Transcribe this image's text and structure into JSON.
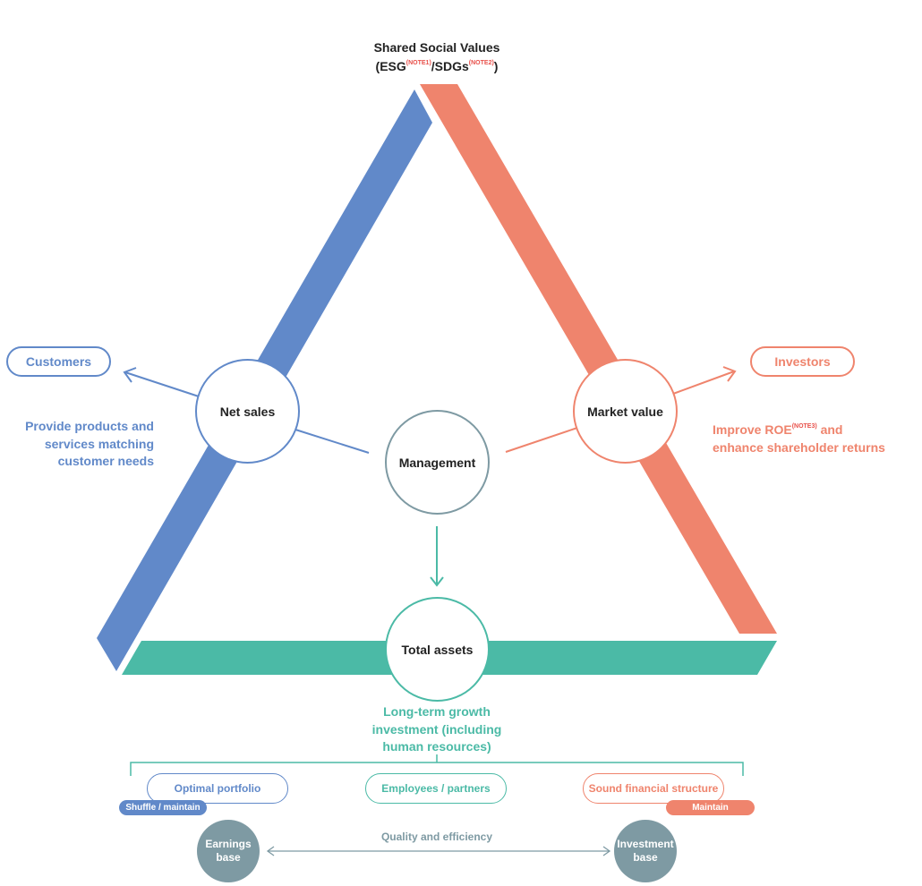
{
  "title": {
    "line1": "Shared Social Values",
    "esg": "ESG",
    "note1": "(NOTE1)",
    "sdgs": "/SDGs",
    "note2": "(NOTE2)"
  },
  "nodes": {
    "net_sales": "Net sales",
    "market_value": "Market value",
    "management": "Management",
    "total_assets": "Total assets"
  },
  "stakeholders": {
    "customers": "Customers",
    "investors": "Investors"
  },
  "descriptions": {
    "customers_lines": [
      "Provide products and",
      "services matching",
      "customer needs"
    ],
    "investors_line1_pre": "Improve ROE",
    "investors_note": "(NOTE3)",
    "investors_line1_post": " and",
    "investors_line2": "enhance shareholder returns",
    "growth_lines": [
      "Long-term growth",
      "investment (including",
      "human resources)"
    ]
  },
  "bottom": {
    "optimal_portfolio": "Optimal portfolio",
    "shuffle_tag": "Shuffle / maintain",
    "employees": "Employees / partners",
    "sound_financial": "Sound financial structure",
    "maintain_tag": "Maintain",
    "earnings_base": [
      "Earnings",
      "base"
    ],
    "investment_base": [
      "Investment",
      "base"
    ],
    "quality": "Quality and efficiency"
  },
  "colors": {
    "blue": "#6189c9",
    "coral": "#ef846d",
    "teal": "#4bbaa6",
    "grey": "#7e9aa3",
    "red_note": "#e8504a"
  }
}
